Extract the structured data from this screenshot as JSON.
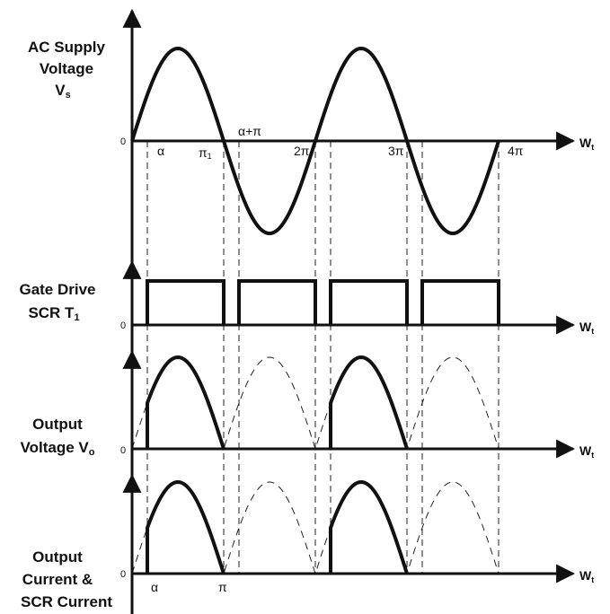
{
  "panels": [
    {
      "label_lines": [
        "AC Supply",
        "Voltage"
      ],
      "label_symbol": "V",
      "label_symbol_sub": "s",
      "zero": "0",
      "axis": "W",
      "axis_sub": "t"
    },
    {
      "label_lines": [
        "Gate Drive"
      ],
      "label_symbol": "SCR T",
      "label_symbol_sub": "1",
      "zero": "0",
      "axis": "W",
      "axis_sub": "t"
    },
    {
      "label_lines": [
        "Output"
      ],
      "label_symbol": "Voltage V",
      "label_symbol_sub": "o",
      "zero": "0",
      "axis": "W",
      "axis_sub": "t"
    },
    {
      "label_lines": [
        "Output",
        "Current &",
        "SCR Current"
      ],
      "label_symbol": "",
      "label_symbol_sub": "",
      "zero": "0",
      "axis": "W",
      "axis_sub": "t"
    }
  ],
  "supply_ticks": {
    "alpha": "α",
    "pi": "π",
    "pi_sub": "1",
    "alpha_plus_pi": "α+π",
    "two_pi": "2π",
    "three_pi": "3π",
    "four_pi": "4π"
  },
  "bottom_ticks": {
    "alpha": "α",
    "pi": "π"
  },
  "firing_angle_deg": 30,
  "waveform": {
    "cycles": 2,
    "gate_pulses": [
      {
        "start": "α",
        "end": "π"
      },
      {
        "start": "α+π",
        "end": "2π"
      },
      {
        "start": "2π+α",
        "end": "3π"
      },
      {
        "start": "3π+α",
        "end": "4π"
      }
    ],
    "output_conducts": "α to π each cycle"
  }
}
